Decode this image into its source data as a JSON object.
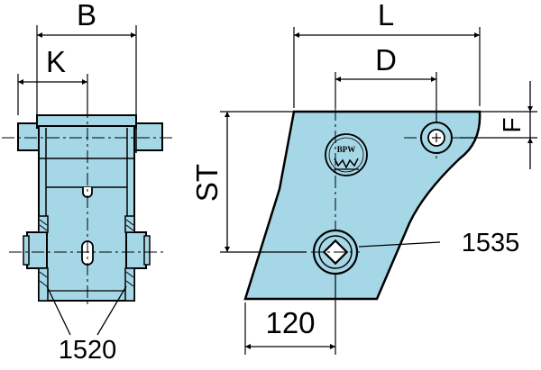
{
  "colors": {
    "fill": "#a6d7e6",
    "stroke": "#000000",
    "background": "#ffffff"
  },
  "labels": {
    "dim_b": "B",
    "dim_k": "K",
    "dim_l": "L",
    "dim_d": "D",
    "dim_f": "F",
    "dim_st": "ST",
    "dim_120": "120",
    "part_1535": "1535",
    "part_1520": "1520"
  },
  "logo": {
    "text": "BPW",
    "icon": "bpw-logo-icon"
  }
}
